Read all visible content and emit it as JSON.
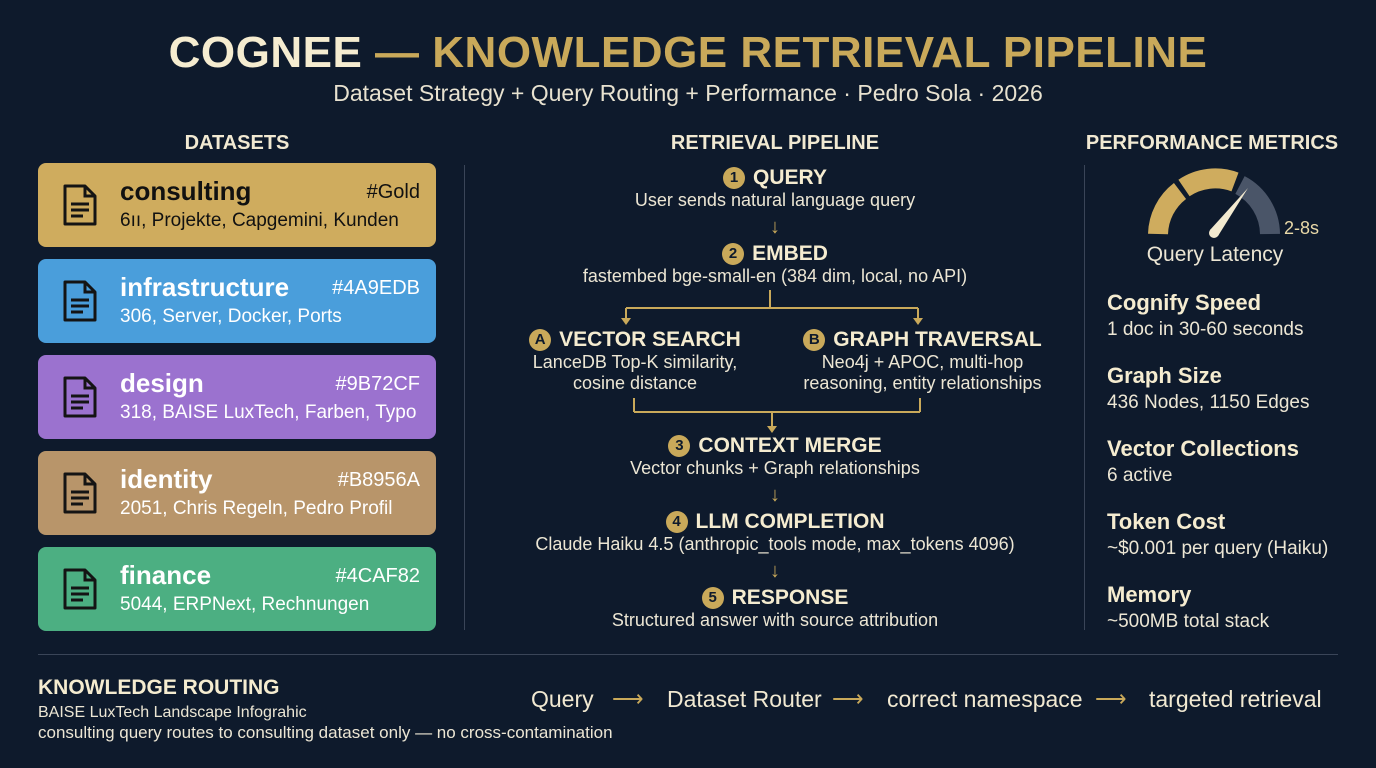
{
  "header": {
    "title_a": "COGNEE",
    "title_b": "— KNOWLEDGE RETRIEVAL PIPELINE",
    "subtitle": "Dataset Strategy + Query Routing + Performance · Pedro Sola · 2026"
  },
  "datasets": {
    "heading": "DATASETS",
    "items": [
      {
        "name": "consulting",
        "tag": "#Gold",
        "desc": "6ıı, Projekte, Capgemini, Kunden",
        "color": "#cfac5e",
        "icon": "document-icon"
      },
      {
        "name": "infrastructure",
        "tag": "#4A9EDB",
        "desc": "306, Server, Docker, Ports",
        "color": "#4a9edb",
        "icon": "document-icon"
      },
      {
        "name": "design",
        "tag": "#9B72CF",
        "desc": "318, BAISE LuxTech, Farben, Typo",
        "color": "#9b72cf",
        "icon": "document-icon"
      },
      {
        "name": "identity",
        "tag": "#B8956A",
        "desc": "2051, Chris Regeln, Pedro Profil",
        "color": "#b8956a",
        "icon": "document-icon"
      },
      {
        "name": "finance",
        "tag": "#4CAF82",
        "desc": "5044, ERPNext, Rechnungen",
        "color": "#4caf82",
        "icon": "document-icon"
      }
    ]
  },
  "pipeline": {
    "heading": "RETRIEVAL PIPELINE",
    "query": {
      "num": "1",
      "title": "QUERY",
      "desc": "User sends natural language query"
    },
    "embed": {
      "num": "2",
      "title": "EMBED",
      "desc": "fastembed bge-small-en (384 dim, local, no API)"
    },
    "vector": {
      "num": "A",
      "title": "VECTOR SEARCH",
      "desc1": "LanceDB Top-K similarity,",
      "desc2": "cosine distance"
    },
    "graph": {
      "num": "B",
      "title": "GRAPH TRAVERSAL",
      "desc1": "Neo4j + APOC, multi-hop",
      "desc2": "reasoning, entity relationships"
    },
    "merge": {
      "num": "3",
      "title": "CONTEXT MERGE",
      "desc": "Vector chunks + Graph relationships"
    },
    "llm": {
      "num": "4",
      "title": "LLM COMPLETION",
      "desc": "Claude Haiku 4.5 (anthropic_tools mode, max_tokens 4096)"
    },
    "response": {
      "num": "5",
      "title": "RESPONSE",
      "desc": "Structured answer with source attribution"
    }
  },
  "metrics": {
    "heading": "PERFORMANCE METRICS",
    "gauge_label": "Query Latency",
    "gauge_value": "2-8s",
    "items": [
      {
        "title": "Cognify Speed",
        "value": "1 doc in 30-60 seconds"
      },
      {
        "title": "Graph Size",
        "value": "436 Nodes, 1150 Edges"
      },
      {
        "title": "Vector Collections",
        "value": "6 active"
      },
      {
        "title": "Token Cost",
        "value": "~$0.001 per query (Haiku)"
      },
      {
        "title": "Memory",
        "value": "~500MB total stack"
      }
    ]
  },
  "routing": {
    "heading": "KNOWLEDGE ROUTING",
    "line1": "BAISE LuxTech Landscape Infograhic",
    "line2": "consulting query routes to consulting dataset only — no cross-contamination",
    "flow": [
      "Query",
      "Dataset Router",
      "correct namespace",
      "targeted retrieval"
    ]
  },
  "colors": {
    "bg": "#0e1a2c",
    "accent": "#c9a95a"
  }
}
